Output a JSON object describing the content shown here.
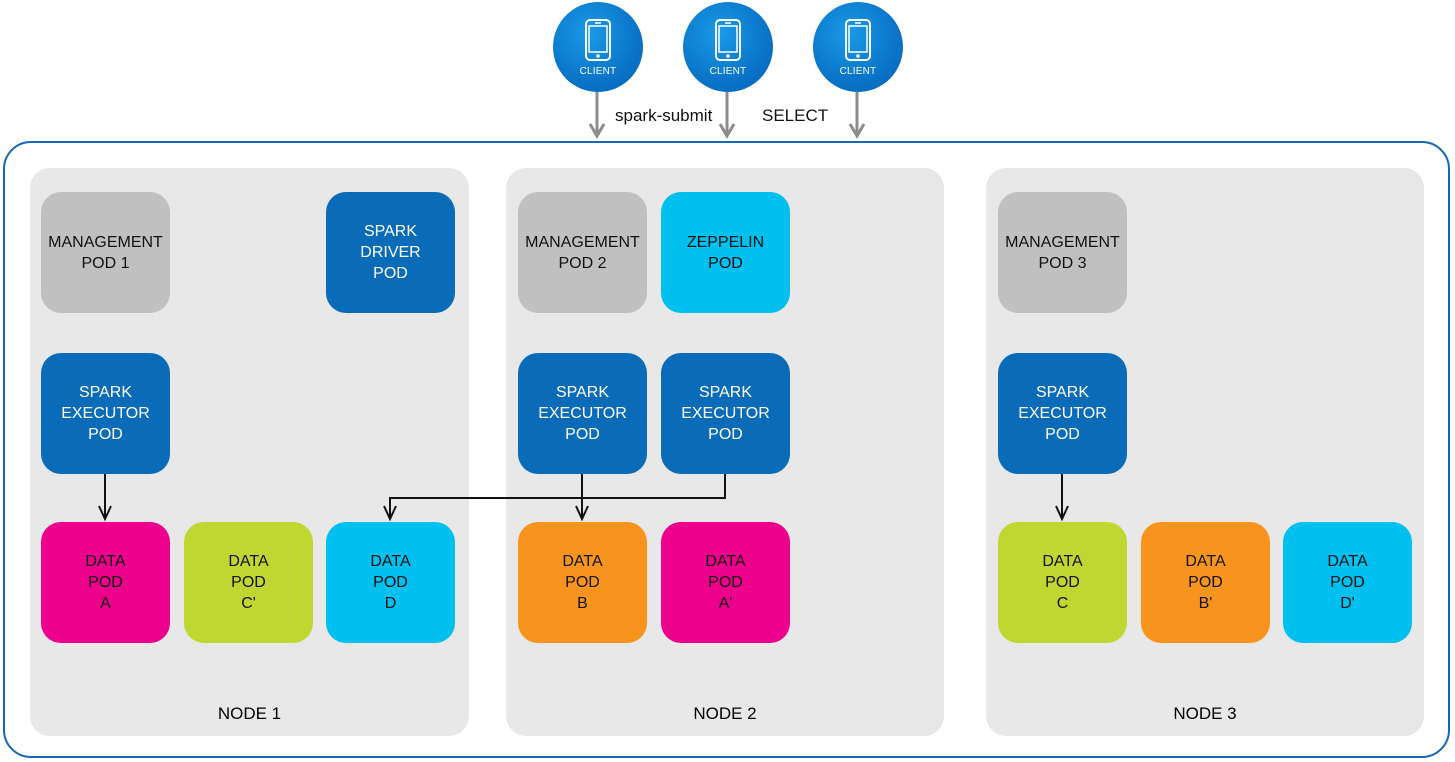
{
  "colors": {
    "cluster_border": "#1468b5",
    "node_bg": "#e8e8e8",
    "management": "#c0c0c0",
    "spark_blue": "#0a6bb8",
    "cyan": "#00c0ef",
    "magenta": "#ec008c",
    "lime": "#c0d731",
    "orange": "#f7941d",
    "arrow_gray": "#8c8c8c",
    "arrow_black": "#111111"
  },
  "clients": [
    {
      "label": "CLIENT",
      "icon": "smartphone-icon"
    },
    {
      "label": "CLIENT",
      "icon": "smartphone-icon"
    },
    {
      "label": "CLIENT",
      "icon": "smartphone-icon"
    }
  ],
  "links": {
    "spark_submit": "spark-submit",
    "select": "SELECT"
  },
  "nodes": [
    {
      "label": "NODE 1",
      "pods": {
        "management": "MANAGEMENT\nPOD 1",
        "driver": "SPARK\nDRIVER\nPOD",
        "executor": "SPARK\nEXECUTOR\nPOD",
        "data_a": "DATA\nPOD\nA",
        "data_c_prime": "DATA\nPOD\nC'",
        "data_d": "DATA\nPOD\nD"
      }
    },
    {
      "label": "NODE 2",
      "pods": {
        "management": "MANAGEMENT\nPOD 2",
        "zeppelin": "ZEPPELIN\nPOD",
        "executor_1": "SPARK\nEXECUTOR\nPOD",
        "executor_2": "SPARK\nEXECUTOR\nPOD",
        "data_b": "DATA\nPOD\nB",
        "data_a_prime": "DATA\nPOD\nA'"
      }
    },
    {
      "label": "NODE 3",
      "pods": {
        "management": "MANAGEMENT\nPOD 3",
        "executor": "SPARK\nEXECUTOR\nPOD",
        "data_c": "DATA\nPOD\nC",
        "data_b_prime": "DATA\nPOD\nB'",
        "data_d_prime": "DATA\nPOD\nD'"
      }
    }
  ]
}
